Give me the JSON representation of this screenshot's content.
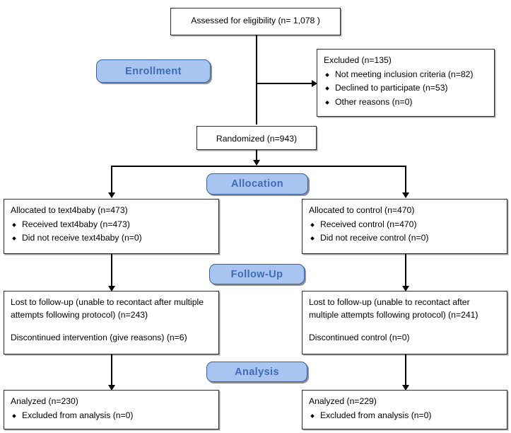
{
  "diagram": {
    "title": "CONSORT participant flow diagram",
    "accent_color": "#a8c4f0",
    "accent_border_color": "#3a5f9e",
    "accent_text_color": "#3f6bb5",
    "box_border_color": "#2b2b2b"
  },
  "stages": {
    "enrollment": "Enrollment",
    "allocation": "Allocation",
    "followup": "Follow-Up",
    "analysis": "Analysis"
  },
  "assessed": {
    "text": "Assessed for eligibility (n= 1,078 )"
  },
  "excluded": {
    "heading": "Excluded  (n=135)",
    "items": [
      "Not meeting inclusion criteria (n=82)",
      "Declined to participate (n=53)",
      "Other reasons (n=0)"
    ]
  },
  "randomized": {
    "text": "Randomized (n=943)"
  },
  "allocation_left": {
    "heading": "Allocated to text4baby (n=473)",
    "items": [
      "Received text4baby (n=473)",
      "Did not receive text4baby (n=0)"
    ]
  },
  "allocation_right": {
    "heading": "Allocated to control (n=470)",
    "items": [
      "Received control (n=470)",
      "Did not receive control (n=0)"
    ]
  },
  "followup_left": {
    "line1": "Lost to follow-up (unable to recontact after multiple attempts following protocol) (n=243)",
    "line2": "Discontinued intervention (give reasons) (n=6)"
  },
  "followup_right": {
    "line1": "Lost to follow-up (unable to recontact after multiple attempts following protocol) (n=241)",
    "line2": "Discontinued control (n=0)"
  },
  "analysis_left": {
    "heading": "Analyzed (n=230)",
    "items": [
      "Excluded from analysis (n=0)"
    ]
  },
  "analysis_right": {
    "heading": "Analyzed (n=229)",
    "items": [
      "Excluded from analysis (n=0)"
    ]
  }
}
